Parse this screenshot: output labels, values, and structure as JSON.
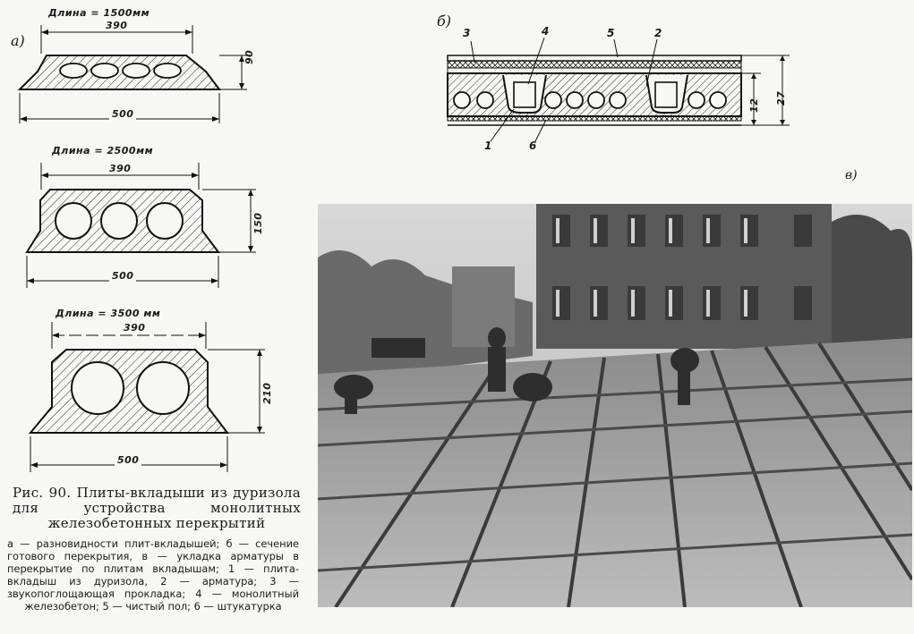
{
  "figure_a": {
    "label": "а)",
    "sections": [
      {
        "length_note": "Длина = 1500мм",
        "top_width": "390",
        "height": "90",
        "base_width": "500"
      },
      {
        "length_note": "Длина = 2500мм",
        "top_width": "390",
        "height": "150",
        "base_width": "500"
      },
      {
        "length_note": "Длина = 3500 мм",
        "top_width": "390",
        "height": "210",
        "base_width": "500"
      }
    ]
  },
  "figure_b": {
    "label": "б)",
    "callouts_top": [
      "3",
      "4",
      "5",
      "2"
    ],
    "callouts_bottom": [
      "1",
      "6"
    ],
    "dim_inner": "12",
    "dim_total": "27"
  },
  "figure_v": {
    "label": "в)"
  },
  "caption": {
    "title": "Рис. 90. Плиты-вкладыши из дуризола для устройства монолитных железобетонных перекрытий",
    "legend": "а — разновидности плит-вкладышей; б — сечение готового перекрытия, в — укладка арматуры в перекрытие по плитам вкладышам; 1 — плита-вкладыш из дуризола, 2 — арматура; 3 — звукопоглощающая прокладка; 4 — монолитный железобетон; 5 — чистый пол; 6 — штукатурка"
  }
}
